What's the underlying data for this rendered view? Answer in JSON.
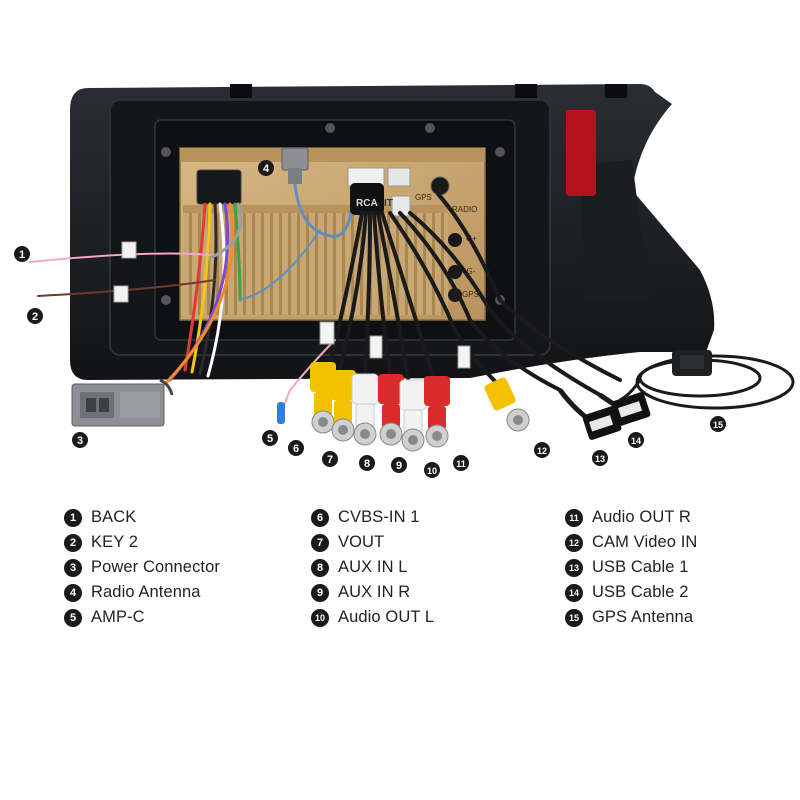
{
  "board": {
    "port_labels": [
      "GPS",
      "RADIO",
      "G+",
      "4G-",
      "GPS"
    ],
    "cable_tags": [
      "RCA",
      "IT"
    ]
  },
  "callouts": [
    {
      "num": "1",
      "label": "BACK"
    },
    {
      "num": "2",
      "label": "KEY 2"
    },
    {
      "num": "3",
      "label": "Power Connector"
    },
    {
      "num": "4",
      "label": "Radio Antenna"
    },
    {
      "num": "5",
      "label": "AMP-C"
    },
    {
      "num": "6",
      "label": "CVBS-IN 1"
    },
    {
      "num": "7",
      "label": "VOUT"
    },
    {
      "num": "8",
      "label": "AUX IN L"
    },
    {
      "num": "9",
      "label": "AUX IN R"
    },
    {
      "num": "10",
      "label": "Audio OUT L"
    },
    {
      "num": "11",
      "label": "Audio OUT R"
    },
    {
      "num": "12",
      "label": "CAM Video IN"
    },
    {
      "num": "13",
      "label": "USB Cable 1"
    },
    {
      "num": "14",
      "label": "USB Cable 2"
    },
    {
      "num": "15",
      "label": "GPS Antenna"
    }
  ],
  "colors": {
    "frame": "#1c1e22",
    "board": "#c9a774",
    "rca_yellow": "#f2c200",
    "rca_white": "#f2f2f2",
    "rca_red": "#d92b2b",
    "connector_gray": "#8c8f93",
    "amp_blue": "#2f7fd8"
  }
}
